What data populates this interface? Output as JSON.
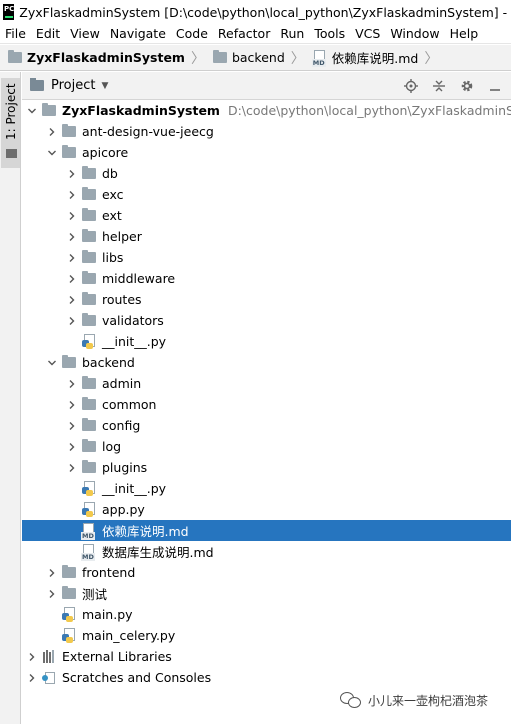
{
  "window": {
    "logo_text": "PC",
    "title": "ZyxFlaskadminSystem [D:\\code\\python\\local_python\\ZyxFlaskadminSystem] - ...\\backend\\依赖库说明.md"
  },
  "menu": [
    "File",
    "Edit",
    "View",
    "Navigate",
    "Code",
    "Refactor",
    "Run",
    "Tools",
    "VCS",
    "Window",
    "Help"
  ],
  "breadcrumb": [
    {
      "label": "ZyxFlaskadminSystem",
      "icon": "folder-icon"
    },
    {
      "label": "backend",
      "icon": "folder-icon"
    },
    {
      "label": "依赖库说明.md",
      "icon": "markdown-file-icon"
    }
  ],
  "tool_window_strip": {
    "tab_label": "1: Project"
  },
  "panel": {
    "title": "Project",
    "tools": [
      "locate-target-icon",
      "collapse-all-icon",
      "settings-gear-icon",
      "hide-panel-icon"
    ]
  },
  "tree": [
    {
      "label": "ZyxFlaskadminSystem",
      "path": "D:\\code\\python\\local_python\\ZyxFlaskadminSystem",
      "level": 0,
      "type": "root",
      "arrow": "expanded"
    },
    {
      "label": "ant-design-vue-jeecg",
      "level": 1,
      "type": "folder",
      "arrow": "collapsed"
    },
    {
      "label": "apicore",
      "level": 1,
      "type": "folder",
      "arrow": "expanded"
    },
    {
      "label": "db",
      "level": 2,
      "type": "folder",
      "arrow": "collapsed"
    },
    {
      "label": "exc",
      "level": 2,
      "type": "folder",
      "arrow": "collapsed"
    },
    {
      "label": "ext",
      "level": 2,
      "type": "folder",
      "arrow": "collapsed"
    },
    {
      "label": "helper",
      "level": 2,
      "type": "folder",
      "arrow": "collapsed"
    },
    {
      "label": "libs",
      "level": 2,
      "type": "folder",
      "arrow": "collapsed"
    },
    {
      "label": "middleware",
      "level": 2,
      "type": "folder",
      "arrow": "collapsed"
    },
    {
      "label": "routes",
      "level": 2,
      "type": "folder",
      "arrow": "collapsed"
    },
    {
      "label": "validators",
      "level": 2,
      "type": "folder",
      "arrow": "collapsed"
    },
    {
      "label": "__init__.py",
      "level": 2,
      "type": "py"
    },
    {
      "label": "backend",
      "level": 1,
      "type": "folder",
      "arrow": "expanded"
    },
    {
      "label": "admin",
      "level": 2,
      "type": "folder",
      "arrow": "collapsed"
    },
    {
      "label": "common",
      "level": 2,
      "type": "folder",
      "arrow": "collapsed"
    },
    {
      "label": "config",
      "level": 2,
      "type": "folder",
      "arrow": "collapsed"
    },
    {
      "label": "log",
      "level": 2,
      "type": "folder",
      "arrow": "collapsed"
    },
    {
      "label": "plugins",
      "level": 2,
      "type": "folder",
      "arrow": "collapsed"
    },
    {
      "label": "__init__.py",
      "level": 2,
      "type": "py"
    },
    {
      "label": "app.py",
      "level": 2,
      "type": "py"
    },
    {
      "label": "依赖库说明.md",
      "level": 2,
      "type": "md",
      "selected": true
    },
    {
      "label": "数据库生成说明.md",
      "level": 2,
      "type": "md"
    },
    {
      "label": "frontend",
      "level": 1,
      "type": "folder",
      "arrow": "collapsed"
    },
    {
      "label": "测试",
      "level": 1,
      "type": "folder",
      "arrow": "collapsed"
    },
    {
      "label": "main.py",
      "level": 1,
      "type": "py"
    },
    {
      "label": "main_celery.py",
      "level": 1,
      "type": "py"
    },
    {
      "label": "External Libraries",
      "level": 0,
      "type": "libraries",
      "arrow": "collapsed"
    },
    {
      "label": "Scratches and Consoles",
      "level": 0,
      "type": "scratches",
      "arrow": "collapsed"
    }
  ],
  "watermark": {
    "text": "小儿来一壶枸杞酒泡茶",
    "icon": "wechat-icon"
  },
  "colors": {
    "selection": "#2675bf",
    "folder": "#9aa7b0",
    "path_text": "#787878"
  }
}
